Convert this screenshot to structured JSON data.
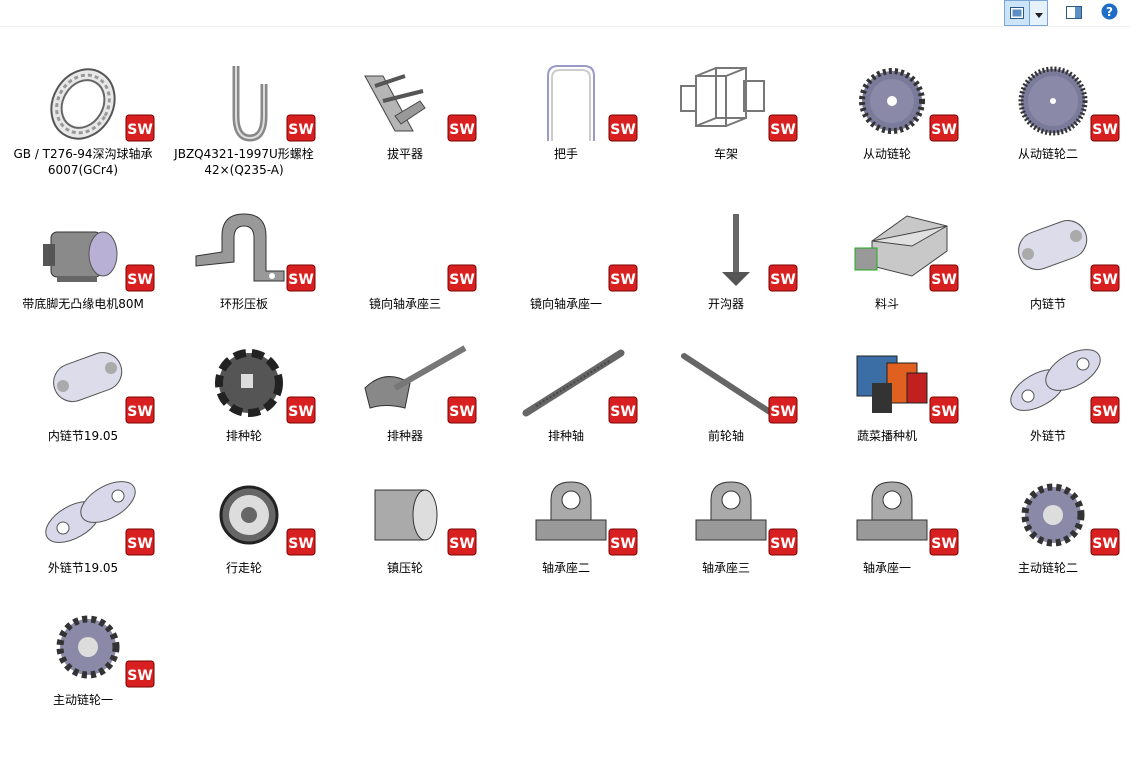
{
  "toolbar": {
    "view_button_icon": "thumbnail-view-icon",
    "view_dropdown_icon": "chevron-down-icon",
    "preview_pane_icon": "preview-pane-icon",
    "help_icon": "help-icon",
    "help_color": "#1e6ec8"
  },
  "sw_badge": {
    "text": "SW",
    "color": "#d92020"
  },
  "files": [
    {
      "label": "GB / T276-94深沟球轴承\n6007(GCr4)",
      "thumb": "bearing"
    },
    {
      "label": "JBZQ4321-1997U形螺栓\n42×(Q235-A)",
      "thumb": "ubolt"
    },
    {
      "label": "拔平器",
      "thumb": "leveler"
    },
    {
      "label": "把手",
      "thumb": "handle"
    },
    {
      "label": "车架",
      "thumb": "frame"
    },
    {
      "label": "从动链轮",
      "thumb": "sprocket"
    },
    {
      "label": "从动链轮二",
      "thumb": "sprocket2"
    },
    {
      "label": "带底脚无凸缘电机80M",
      "thumb": "motor"
    },
    {
      "label": "环形压板",
      "thumb": "clamp"
    },
    {
      "label": "镜向轴承座三",
      "thumb": "blank"
    },
    {
      "label": "镜向轴承座一",
      "thumb": "blank"
    },
    {
      "label": "开沟器",
      "thumb": "opener"
    },
    {
      "label": "料斗",
      "thumb": "hopper"
    },
    {
      "label": "内链节",
      "thumb": "link"
    },
    {
      "label": "内链节19.05",
      "thumb": "link"
    },
    {
      "label": "排种轮",
      "thumb": "seedwheel"
    },
    {
      "label": "排种器",
      "thumb": "seeder"
    },
    {
      "label": "排种轴",
      "thumb": "shaft"
    },
    {
      "label": "前轮轴",
      "thumb": "shaft2"
    },
    {
      "label": "蔬菜播种机",
      "thumb": "machine"
    },
    {
      "label": "外链节",
      "thumb": "outerlink"
    },
    {
      "label": "外链节19.05",
      "thumb": "outerlink"
    },
    {
      "label": "行走轮",
      "thumb": "wheel"
    },
    {
      "label": "镇压轮",
      "thumb": "roller"
    },
    {
      "label": "轴承座二",
      "thumb": "pillow"
    },
    {
      "label": "轴承座三",
      "thumb": "pillow"
    },
    {
      "label": "轴承座一",
      "thumb": "pillow"
    },
    {
      "label": "主动链轮二",
      "thumb": "drivesprocket"
    },
    {
      "label": "主动链轮一",
      "thumb": "drivesprocket"
    }
  ]
}
